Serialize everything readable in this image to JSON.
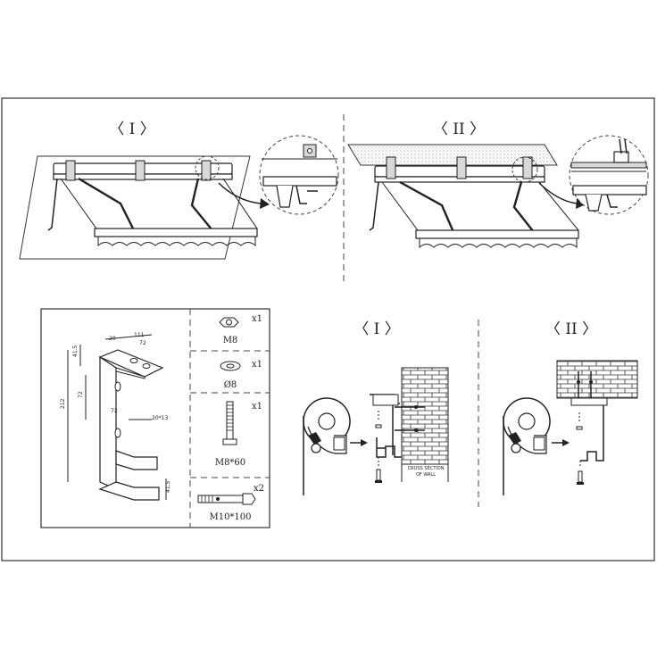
{
  "labels": {
    "top_left_title": "〈 I 〉",
    "top_right_title": "〈 II 〉",
    "bottom_mid_title": "〈 I 〉",
    "bottom_right_title": "〈 II 〉"
  },
  "parts": [
    {
      "name": "M8",
      "qty": "x1",
      "icon": "nut-icon"
    },
    {
      "name": "Ø8",
      "qty": "x1",
      "icon": "washer-icon"
    },
    {
      "name": "M8*60",
      "qty": "x1",
      "icon": "bolt-icon"
    },
    {
      "name": "M10*100",
      "qty": "x2",
      "icon": "anchor-bolt-icon"
    }
  ],
  "bracket_dims": {
    "d1": "20",
    "d2": "111",
    "d3": "72",
    "d4": "41.5",
    "d5": "72",
    "d6": "212",
    "d7": "20*13",
    "d8": "41.5",
    "d9": "72"
  },
  "wall_note": {
    "line1": "CROSS SECTION",
    "line2": "OF WALL"
  }
}
